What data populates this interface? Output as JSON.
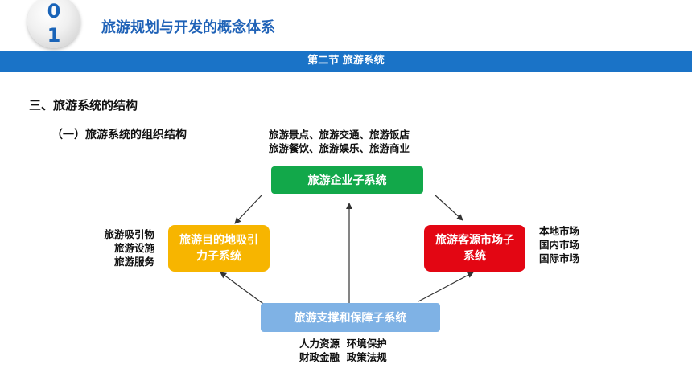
{
  "header": {
    "badge_digits": [
      "0",
      "1"
    ],
    "title": "旅游规划与开发的概念体系",
    "section": "第二节 旅游系统"
  },
  "content": {
    "heading1": "三、旅游系统的结构",
    "heading2": "（一）旅游系统的组织结构"
  },
  "diagram": {
    "enterprise": {
      "label": "旅游企业子系统",
      "notes": [
        "旅游景点、旅游交通、旅游饭店",
        "旅游餐饮、旅游娱乐、旅游商业"
      ]
    },
    "destination": {
      "label": "旅游目的地吸引力子系统",
      "notes": [
        "旅游吸引物",
        "旅游设施",
        "旅游服务"
      ]
    },
    "market": {
      "label": "旅游客源市场子系统",
      "notes": [
        "本地市场",
        "国内市场",
        "国际市场"
      ]
    },
    "support": {
      "label": "旅游支撑和保障子系统",
      "notes": [
        "人力资源  环境保护",
        "财政金融  政策法规"
      ]
    }
  },
  "colors": {
    "title_blue": "#1f62b7",
    "band_blue": "#1a73c7",
    "enterprise_green": "#12a84a",
    "destination_yellow": "#f7b500",
    "market_red": "#e30613",
    "support_light_blue": "#7fb2e5"
  }
}
